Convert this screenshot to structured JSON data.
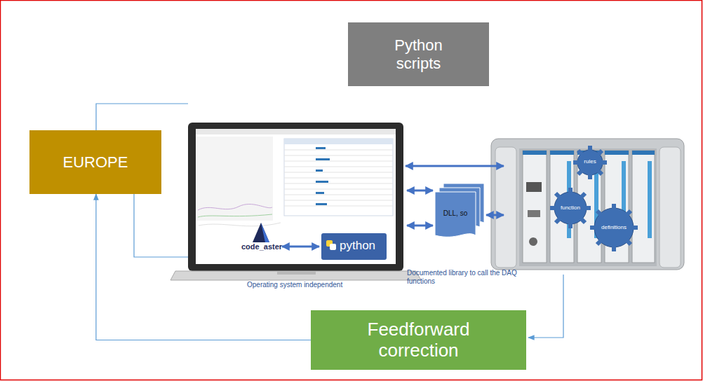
{
  "diagram": {
    "nodes": [
      {
        "text": [
          "Python scripts"
        ]
      },
      {
        "text": [
          "EUROPE"
        ]
      },
      {
        "text": [
          "DLL, so"
        ]
      },
      {
        "text": [
          "Feedforward correction"
        ]
      }
    ],
    "edges": [
      {
        "from": 3,
        "to": 1,
        "arrow": "to"
      }
    ],
    "labels": [
      "code_aster",
      "python",
      "Operating system independent",
      "Documented library to call the DAQ functions",
      "rules",
      "function",
      "definitions"
    ]
  }
}
